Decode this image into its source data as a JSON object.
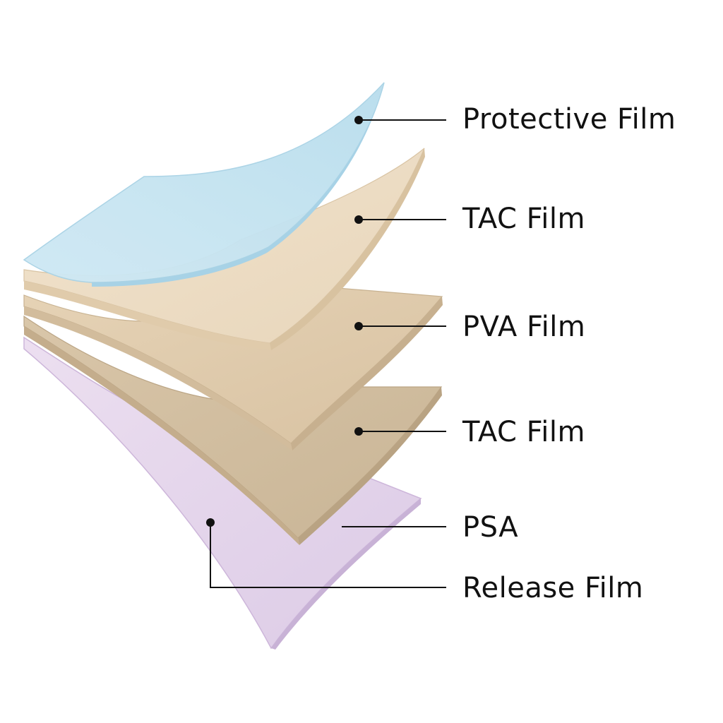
{
  "layers": [
    {
      "label": "Protective Film",
      "color": "#c9e6f2"
    },
    {
      "label": "TAC Film",
      "color": "#ecdcc4"
    },
    {
      "label": "PVA Film",
      "color": "#e0cbac"
    },
    {
      "label": "TAC Film",
      "color": "#d4c0a3"
    },
    {
      "label": "PSA",
      "color": "#f0e4f0"
    },
    {
      "label": "Release Film",
      "color": "#e2d0ea"
    }
  ],
  "colors": {
    "leader_line": "#111111",
    "background": "#ffffff"
  }
}
